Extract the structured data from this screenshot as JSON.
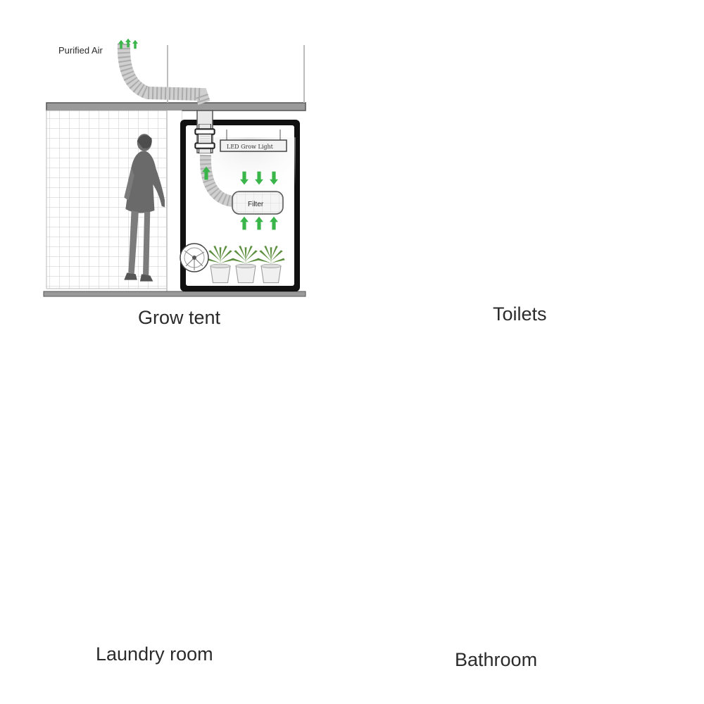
{
  "panels": {
    "grow_tent": {
      "caption": "Grow tent",
      "purified_air_label": "Purified Air",
      "grow_light_label": "LED Grow Light",
      "filter_label": "Filter"
    },
    "toilets": {
      "caption": "Toilets"
    },
    "laundry_room": {
      "caption": "Laundry room"
    },
    "bathroom": {
      "caption": "Bathroom"
    }
  },
  "colors": {
    "airflow_green": "#2bb24c",
    "wall_gray": "#4a4a4a",
    "duct_gray": "#c9c9c9",
    "tile_line": "#cfcfcf"
  },
  "icons": [
    "airflow-arrow-icon",
    "inline-duct-fan-icon",
    "woman-figure-icon",
    "plant-icon",
    "washing-machine-icon",
    "shower-icon",
    "sink-icon",
    "toilet-icon",
    "clip-fan-icon"
  ]
}
